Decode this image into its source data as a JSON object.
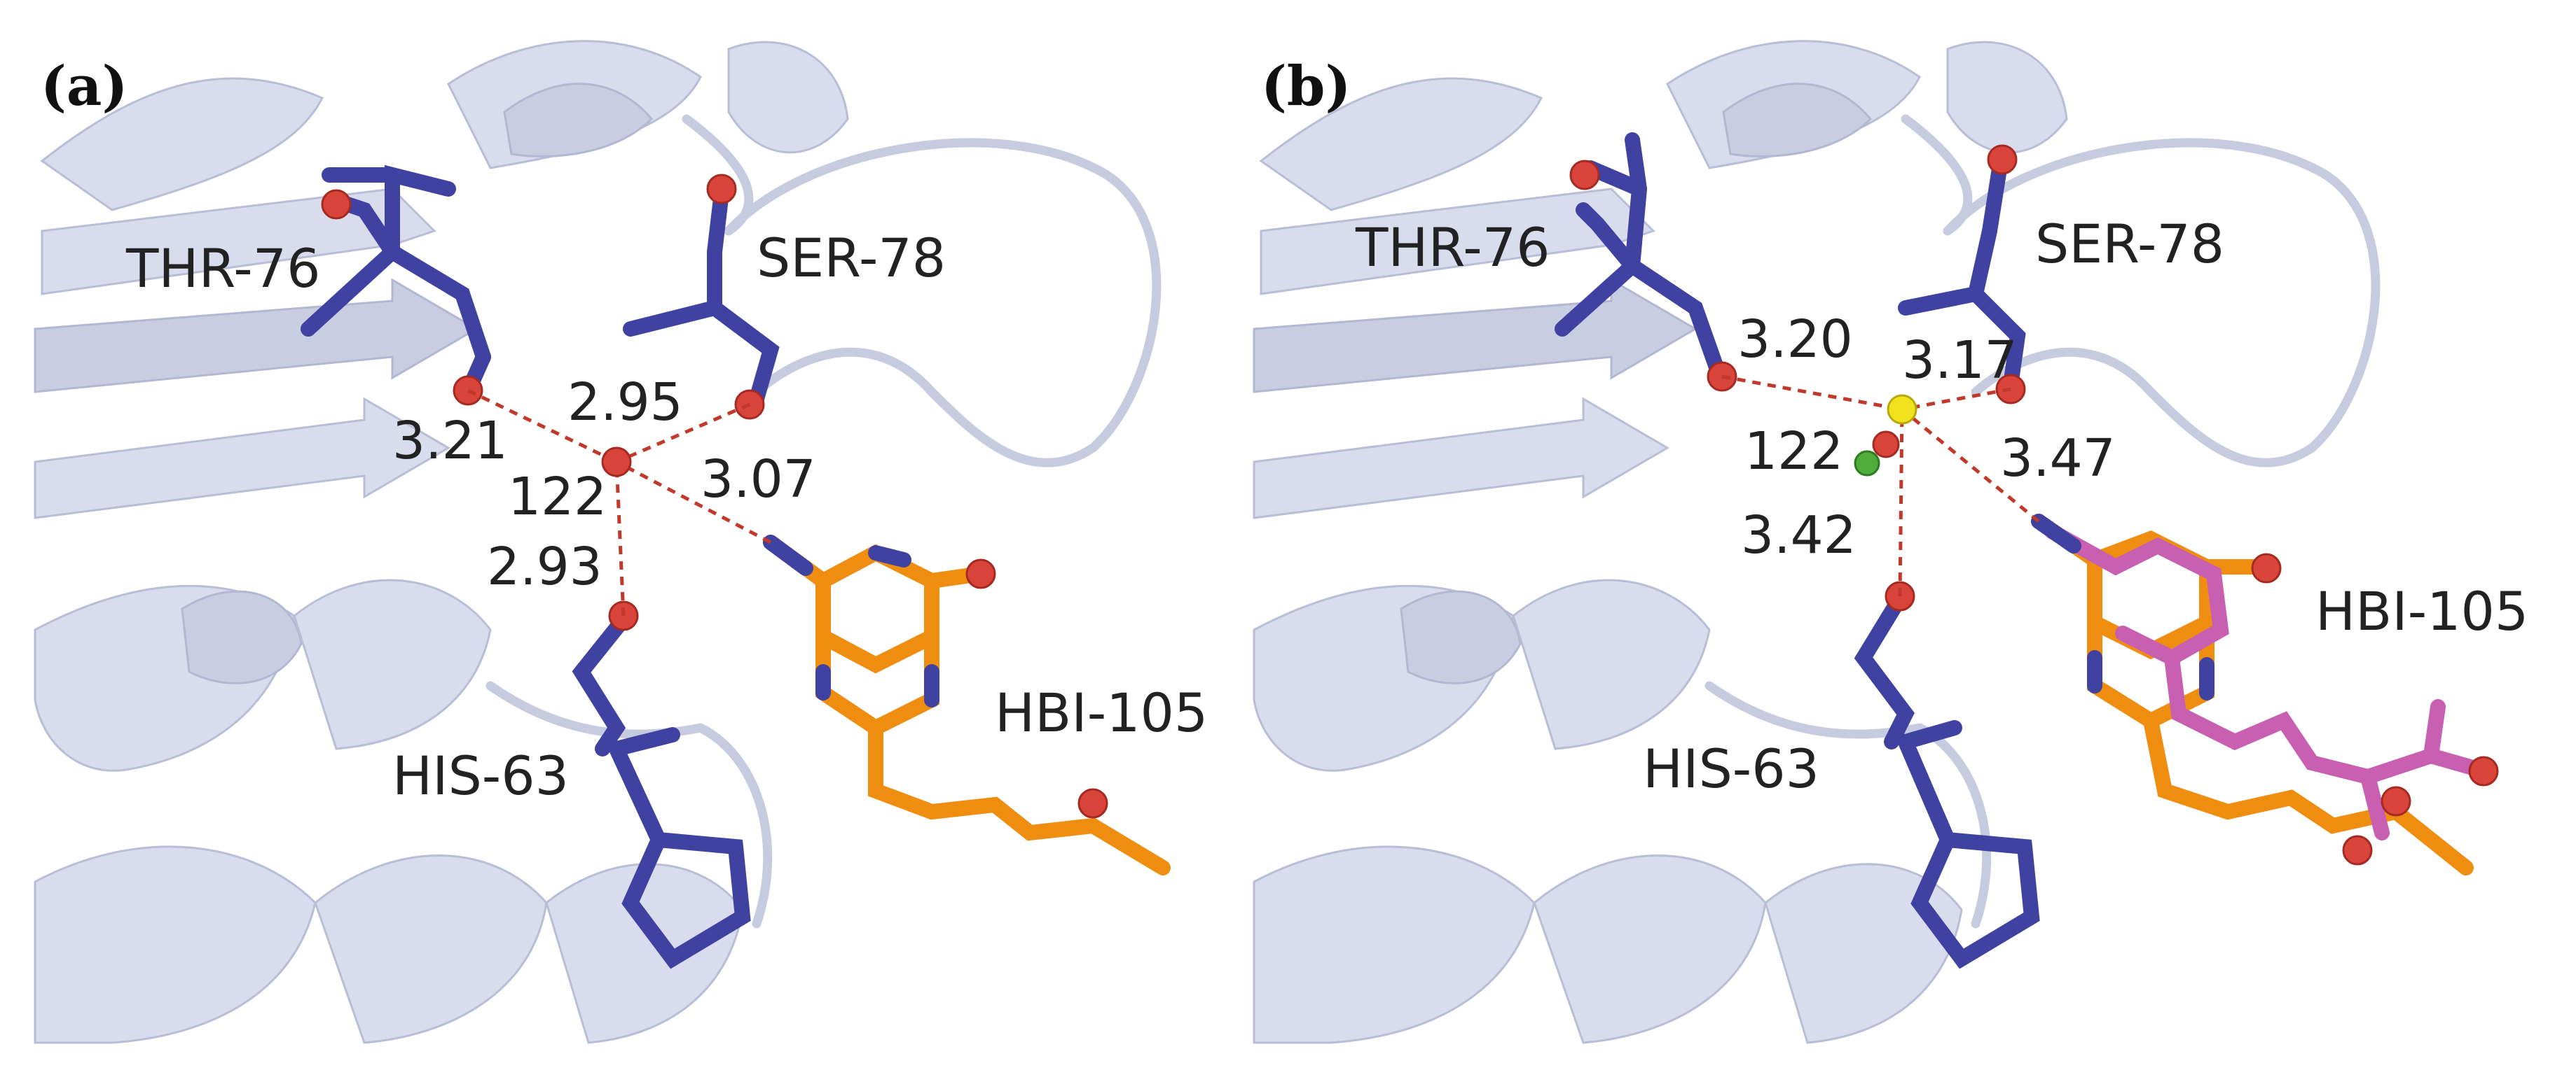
{
  "panels": [
    {
      "letter": "(a)",
      "residues": {
        "thr": "THR-76",
        "ser": "SER-78",
        "his": "HIS-63",
        "hbi": "HBI-105"
      },
      "distances": [
        "3.21",
        "2.95",
        "3.07",
        "2.93"
      ],
      "angle": "122"
    },
    {
      "letter": "(b)",
      "residues": {
        "thr": "THR-76",
        "ser": "SER-78",
        "his": "HIS-63",
        "hbi": "HBI-105"
      },
      "distances": [
        "3.20",
        "3.17",
        "3.47",
        "3.42"
      ],
      "angle": "122"
    }
  ],
  "colors": {
    "protein_cartoon": "#d9dcec",
    "residue_carbon": "#3f42a0",
    "ligand_a": "#ee8d10",
    "ligand_b_alt": "#c95fb0",
    "oxygen": "#d9453a",
    "ion_yellow": "#f2e21e",
    "ion_green": "#4fae3a",
    "hbond": "#c0392b"
  }
}
